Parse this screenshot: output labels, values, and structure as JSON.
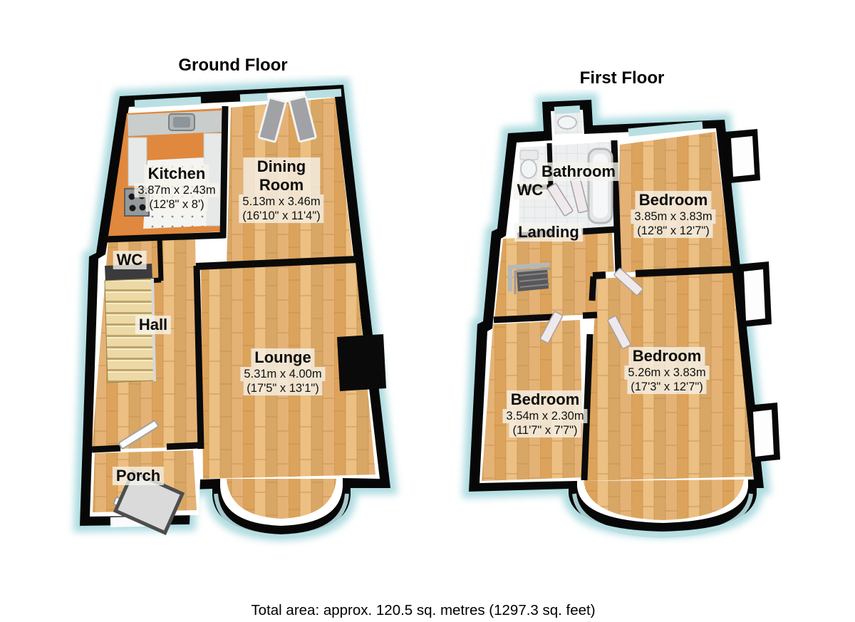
{
  "ground_floor": {
    "title": "Ground Floor",
    "rooms": {
      "kitchen": {
        "name": "Kitchen",
        "metric": "3.87m x 2.43m",
        "imperial": "(12'8\" x 8')"
      },
      "dining_room": {
        "name": "Dining Room",
        "metric": "5.13m x 3.46m",
        "imperial": "(16'10\" x 11'4\")"
      },
      "lounge": {
        "name": "Lounge",
        "metric": "5.31m x 4.00m",
        "imperial": "(17'5\" x 13'1\")"
      },
      "wc": {
        "name": "WC"
      },
      "hall": {
        "name": "Hall"
      },
      "porch": {
        "name": "Porch"
      }
    }
  },
  "first_floor": {
    "title": "First Floor",
    "rooms": {
      "bathroom": {
        "name": "Bathroom"
      },
      "wc": {
        "name": "WC"
      },
      "landing": {
        "name": "Landing"
      },
      "bedroom_front": {
        "name": "Bedroom",
        "metric": "3.85m x 3.83m",
        "imperial": "(12'8\" x 12'7\")"
      },
      "bedroom_large": {
        "name": "Bedroom",
        "metric": "5.26m x 3.83m",
        "imperial": "(17'3\" x 12'7\")"
      },
      "bedroom_small": {
        "name": "Bedroom",
        "metric": "3.54m x 2.30m",
        "imperial": "(11'7\" x 7'7\")"
      }
    }
  },
  "footer": {
    "total_area": "Total area: approx. 120.5 sq. metres (1297.3 sq. feet)"
  },
  "colors": {
    "wall": "#070707",
    "wood_floor": "#e3b172",
    "kitchen_floor": "#e0883e",
    "window_glass": "#b9dfe2",
    "exterior_glow": "#a6d8dd",
    "stairs": "#ecd9a5"
  }
}
